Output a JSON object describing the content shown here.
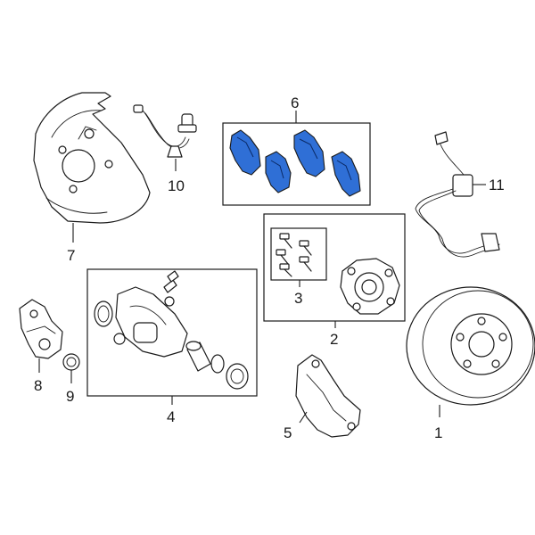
{
  "diagram": {
    "highlight_color": "#2f6fd6",
    "callouts": {
      "c1": "1",
      "c2": "2",
      "c3": "3",
      "c4": "4",
      "c5": "5",
      "c6": "6",
      "c7": "7",
      "c8": "8",
      "c9": "9",
      "c10": "10",
      "c11": "11"
    }
  }
}
